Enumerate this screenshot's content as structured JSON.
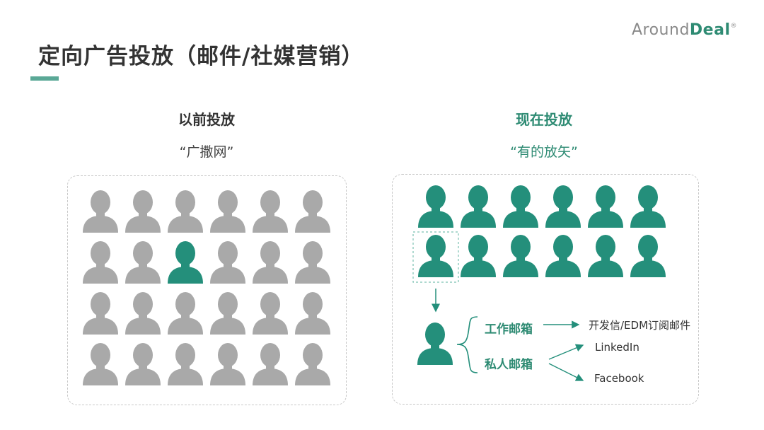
{
  "title": "定向广告投放（邮件/社媒营销）",
  "logo": {
    "part1": "Around",
    "part2": "Deal",
    "mark": "®"
  },
  "before": {
    "heading": "以前投放",
    "subtitle": "“广撒网”",
    "grid": {
      "rows": 4,
      "cols": 6,
      "highlight": [
        [
          1,
          2
        ]
      ]
    }
  },
  "after": {
    "heading": "现在投放",
    "subtitle": "“有的放矢”",
    "grid": {
      "rows": 2,
      "cols": 6,
      "selected": [
        1,
        0
      ]
    },
    "flow": {
      "work_email": "工作邮箱",
      "private_email": "私人邮箱",
      "edm": "开发信/EDM订阅邮件",
      "linkedin": "LinkedIn",
      "facebook": "Facebook"
    }
  },
  "colors": {
    "teal": "#248f7b",
    "grey": "#a9a9a9",
    "title": "#333333",
    "accent_bar": "#5aa896"
  }
}
